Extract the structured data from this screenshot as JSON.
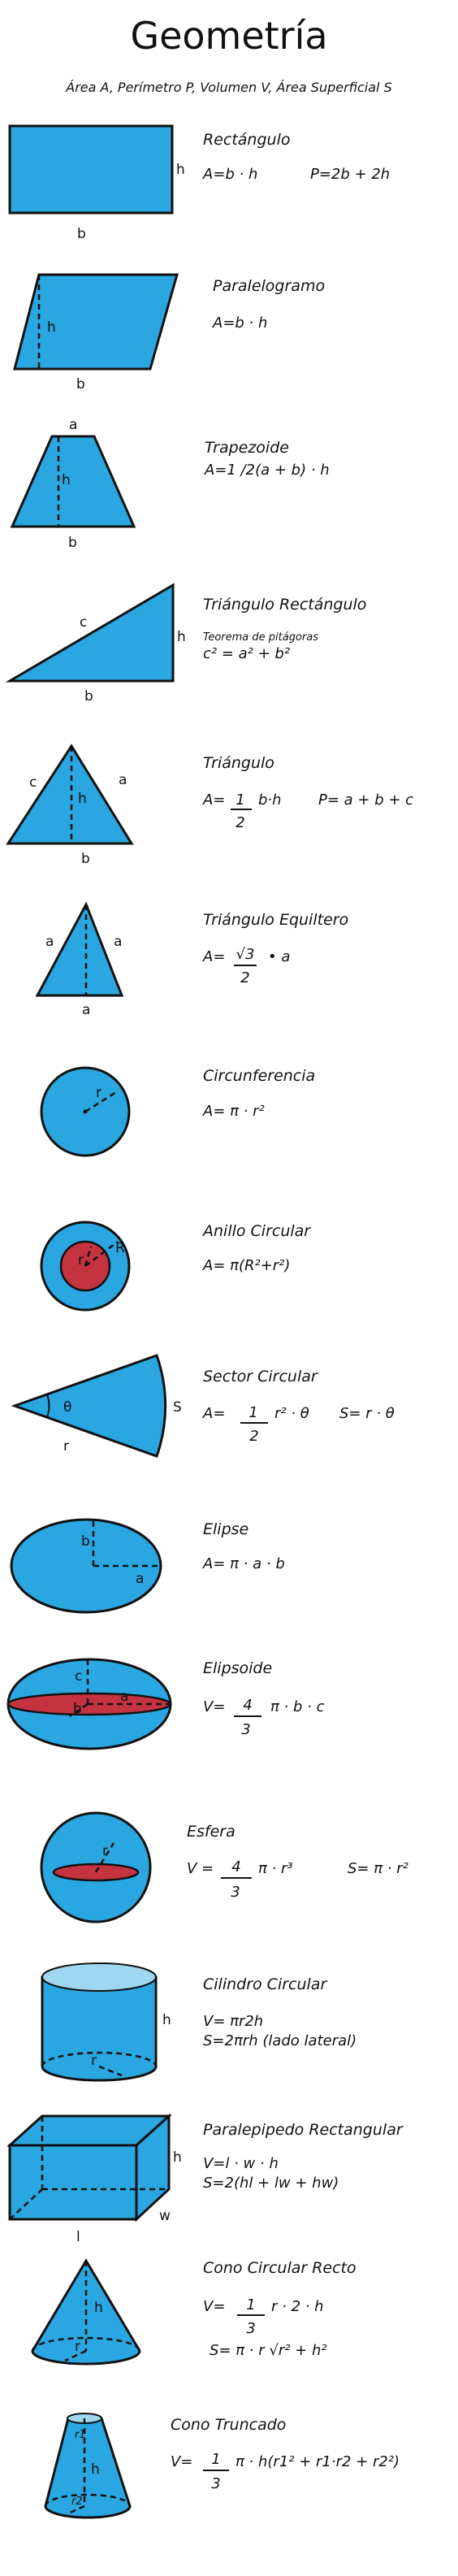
{
  "page": {
    "title": "Geometría",
    "subtitle": "Área A, Perímetro P, Volumen V, Área Superficial S",
    "colors": {
      "shape_fill": "#2aa6e1",
      "accent_fill": "#c53340",
      "outline": "#111111",
      "background": "#ffffff"
    }
  },
  "figures": [
    {
      "name": "Rectángulo",
      "formula1": "A=b · h",
      "formula2": "P=2b + 2h",
      "labels": {
        "h": "h",
        "b": "b"
      }
    },
    {
      "name": "Paralelogramo",
      "formula1": "A=b · h",
      "labels": {
        "h": "h",
        "b": "b"
      }
    },
    {
      "name": "Trapezoide",
      "formula1": "A=1 /2(a + b) · h",
      "labels": {
        "a": "a",
        "h": "h",
        "b": "b"
      }
    },
    {
      "name": "Triángulo Rectángulo",
      "note": "Teorema de pitágoras",
      "formula1": "c² = a² + b²",
      "labels": {
        "c": "c",
        "a": "h",
        "b": "b"
      }
    },
    {
      "name": "Triángulo",
      "formula1_prefix": "A=",
      "formula1_num": "1",
      "formula1_den": "2",
      "formula1_suffix": "b·h",
      "formula2": "P= a + b + c",
      "labels": {
        "c": "c",
        "a": "a",
        "h": "h",
        "b": "b"
      }
    },
    {
      "name": "Triángulo Equiltero",
      "formula1_prefix": "A=",
      "formula1_num": "√3",
      "formula1_den": "2",
      "formula1_suffix": "• a",
      "labels": {
        "left": "a",
        "right": "a",
        "bottom": "a"
      }
    },
    {
      "name": "Circunferencia",
      "formula1": "A= π · r²",
      "labels": {
        "r": "r"
      }
    },
    {
      "name": "Anillo Circular",
      "formula1": "A= π(R²+r²)",
      "labels": {
        "R": "R",
        "r": "r"
      }
    },
    {
      "name": "Sector Circular",
      "formula1_prefix": "A=",
      "formula1_num": "1",
      "formula1_den": "2",
      "formula1_suffix": "r² · θ",
      "formula2": "S= r · θ",
      "labels": {
        "theta": "θ",
        "r": "r",
        "S": "S"
      }
    },
    {
      "name": "Elipse",
      "formula1": "A= π · a · b",
      "labels": {
        "b": "b",
        "a": "a"
      }
    },
    {
      "name": "Elipsoide",
      "formula1_prefix": "V=",
      "formula1_num": "4",
      "formula1_den": "3",
      "formula1_suffix": "π · b · c",
      "labels": {
        "c": "c",
        "a": "a",
        "b": "b"
      }
    },
    {
      "name": "Esfera",
      "formula1_prefix": "V =",
      "formula1_num": "4",
      "formula1_den": "3",
      "formula1_suffix": "π · r³",
      "formula2": "S= π · r²",
      "labels": {
        "r": "r"
      }
    },
    {
      "name": "Cilindro Circular",
      "formula1": "V= πr2h",
      "formula2": "S=2πrh (lado lateral)",
      "labels": {
        "h": "h",
        "r": "r"
      }
    },
    {
      "name": "Paralepipedo Rectangular",
      "formula1": "V=l · w · h",
      "formula2": "S=2(hl + lw + hw)",
      "labels": {
        "h": "h",
        "l": "l",
        "w": "w"
      }
    },
    {
      "name": "Cono Circular Recto",
      "formula1_prefix": "V=",
      "formula1_num": "1",
      "formula1_den": "3",
      "formula1_suffix": "r · 2 · h",
      "formula2": "S= π · r √r² + h²",
      "labels": {
        "h": "h",
        "r": "r"
      }
    },
    {
      "name": "Cono Truncado",
      "formula1_prefix": "V=",
      "formula1_num": "1",
      "formula1_den": "3",
      "formula1_suffix": "π · h(r1² + r1·r2 + r2²)",
      "labels": {
        "r1": "r1",
        "h": "h",
        "r2": "r2"
      }
    }
  ]
}
